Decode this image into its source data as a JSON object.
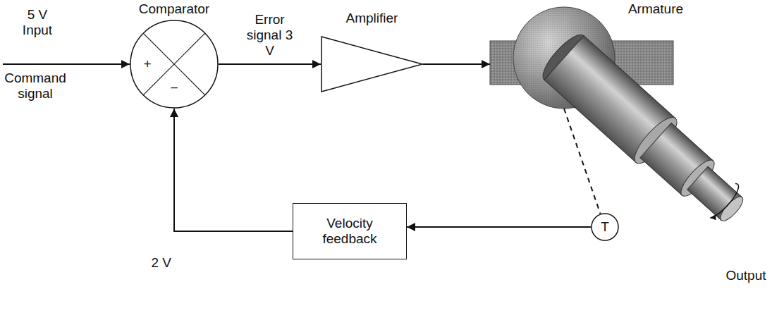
{
  "diagram": {
    "nodes": [
      {
        "text": [
          "Comparator",
          "+",
          "−"
        ]
      },
      {
        "text": [
          "Amplifier"
        ]
      },
      {
        "text": [
          "Armature"
        ]
      },
      {
        "text": [
          "T"
        ]
      },
      {
        "text": [
          "Velocity feedback"
        ]
      }
    ],
    "edges": [
      {
        "from": 0,
        "to": 1,
        "arrow": "to",
        "label": "Error signal 3 V"
      },
      {
        "from": 1,
        "to": 2,
        "arrow": "to"
      },
      {
        "from": 2,
        "to": 3,
        "arrow": "none"
      },
      {
        "from": 3,
        "to": 4,
        "arrow": "to"
      },
      {
        "from": 4,
        "to": 0,
        "arrow": "to",
        "label": "2 V"
      }
    ],
    "labels": [
      "5 V Input",
      "Command signal",
      "Output"
    ]
  }
}
